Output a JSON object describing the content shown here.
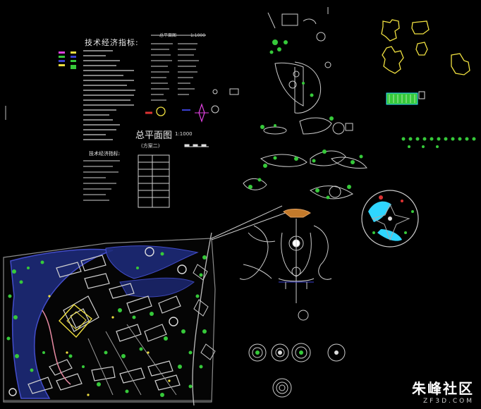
{
  "drawing": {
    "left_header": "技术经济指标:",
    "table_header": "总平面图",
    "table_header_scale": "1:1000",
    "plan_title": "总平面图",
    "plan_scale": "1:1000",
    "plan_subtitle": "(方案二)",
    "second_header": "技术经济指标:"
  },
  "watermark": {
    "brand": "朱峰社区",
    "site": "ZF3D.COM"
  },
  "colors": {
    "background": "#000000",
    "text": "#e8e8e8",
    "green": "#36c93a",
    "cyan": "#2fd6ff",
    "blue": "#3a3fd1",
    "yellow": "#f0e040",
    "magenta": "#e040e0",
    "gray": "#bdbdbd"
  }
}
